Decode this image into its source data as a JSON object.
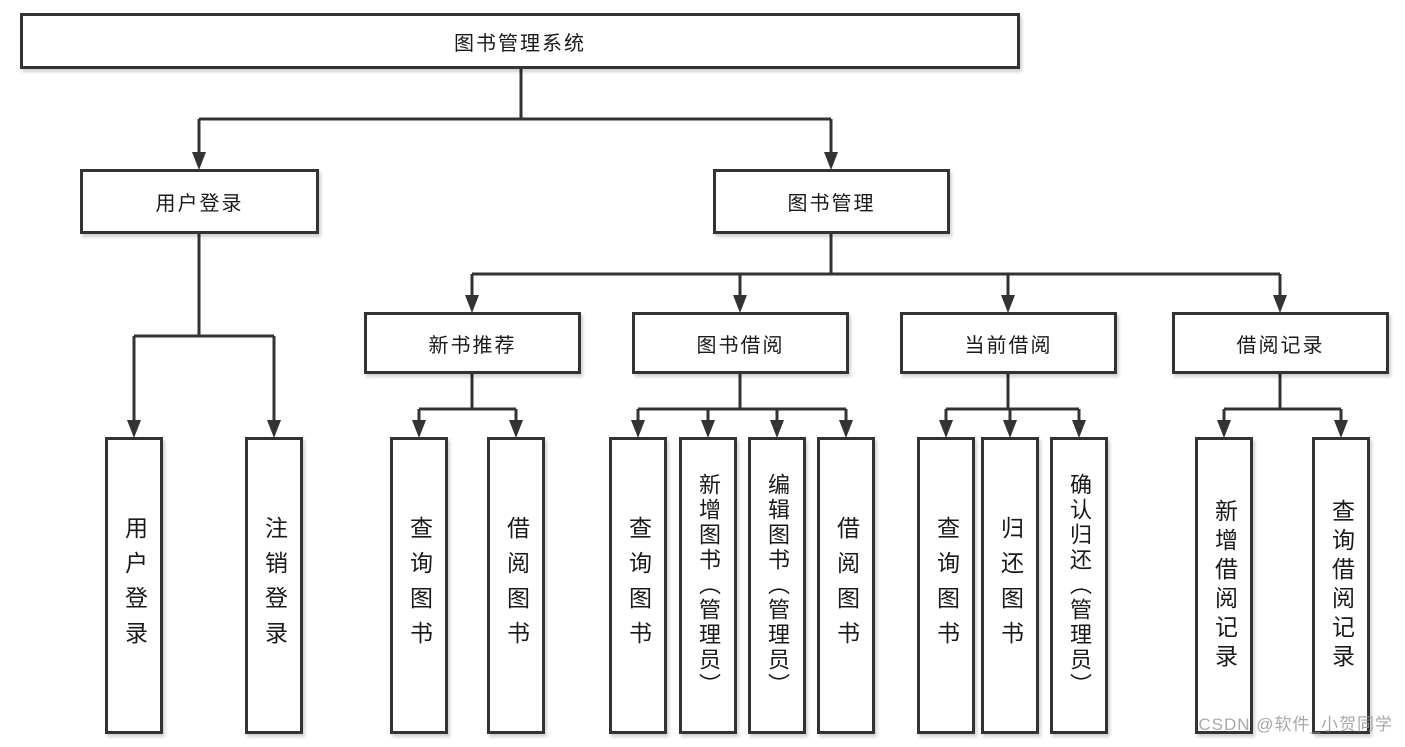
{
  "tree": {
    "label": "图书管理系统",
    "children": [
      {
        "label": "用户登录",
        "children": [
          {
            "label": "用户登录"
          },
          {
            "label": "注销登录"
          }
        ]
      },
      {
        "label": "图书管理",
        "children": [
          {
            "label": "新书推荐",
            "children": [
              {
                "label": "查询图书"
              },
              {
                "label": "借阅图书"
              }
            ]
          },
          {
            "label": "图书借阅",
            "children": [
              {
                "label": "查询图书"
              },
              {
                "label": "新增图书（管理员）"
              },
              {
                "label": "编辑图书（管理员）"
              },
              {
                "label": "借阅图书"
              }
            ]
          },
          {
            "label": "当前借阅",
            "children": [
              {
                "label": "查询图书"
              },
              {
                "label": "归还图书"
              },
              {
                "label": "确认归还（管理员）"
              }
            ]
          },
          {
            "label": "借阅记录",
            "children": [
              {
                "label": "新增借阅记录"
              },
              {
                "label": "查询借阅记录"
              }
            ]
          }
        ]
      }
    ]
  },
  "watermark": {
    "text": "CSDN @软件_小贺同学"
  },
  "colors": {
    "line": "#333333",
    "box_border": "#333333",
    "box_fill": "#ffffff",
    "text": "#1a1a1a",
    "watermark": "#9a9a9a"
  }
}
